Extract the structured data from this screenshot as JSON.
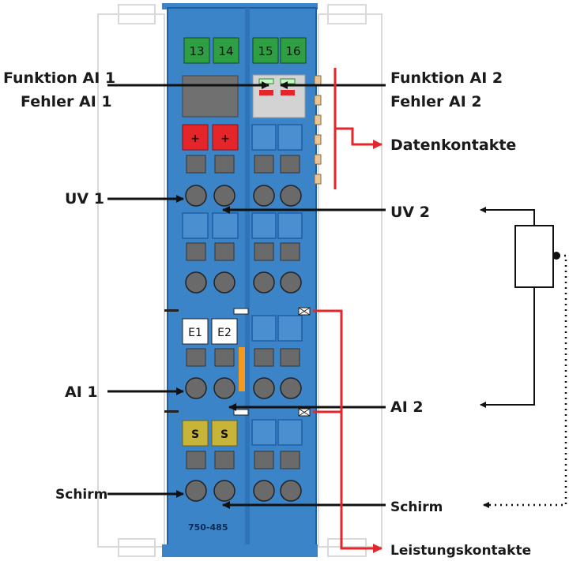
{
  "terminals": {
    "t13": "13",
    "t14": "14",
    "t15": "15",
    "t16": "16"
  },
  "symbols": {
    "plus": "+",
    "e1": "E1",
    "e2": "E2",
    "s": "S"
  },
  "model": "750-485",
  "labels": {
    "funktion_ai1": "Funktion AI 1",
    "fehler_ai1": "Fehler AI 1",
    "uv1": "UV 1",
    "ai1": "AI 1",
    "schirm_left": "Schirm",
    "funktion_ai2": "Funktion AI 2",
    "fehler_ai2": "Fehler AI 2",
    "datenkontakte": "Datenkontakte",
    "uv2": "UV 2",
    "ai2": "AI 2",
    "schirm_right": "Schirm",
    "leistungskontakte": "Leistungskontakte"
  },
  "colors": {
    "module_blue": "#3c84c8",
    "module_dark": "#1f5ea8",
    "terminal_green": "#2ea043",
    "led_red": "#e4262b",
    "shield_yellow": "#c9b43a",
    "bridge_orange": "#f39a1e",
    "arrow_red": "#e4262b"
  }
}
